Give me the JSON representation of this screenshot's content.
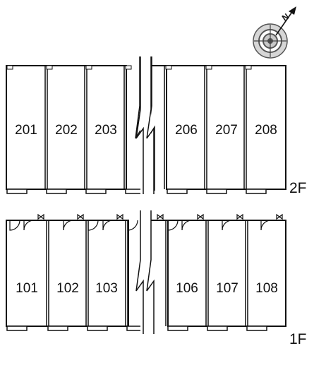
{
  "floors": [
    {
      "label": "2F",
      "units": [
        "201",
        "202",
        "203",
        "206",
        "207",
        "208"
      ]
    },
    {
      "label": "1F",
      "units": [
        "101",
        "102",
        "103",
        "106",
        "107",
        "108"
      ]
    }
  ],
  "compass": {
    "north_label": "N"
  }
}
